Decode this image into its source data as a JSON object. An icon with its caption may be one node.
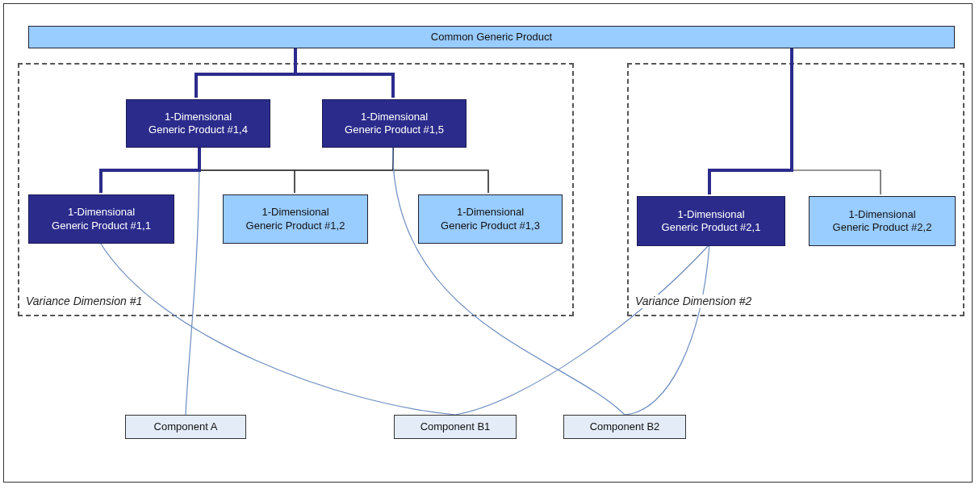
{
  "diagram": {
    "nodes": [
      {
        "text": [
          "Common Generic Product"
        ]
      },
      {
        "text": [
          "Variance Dimension #1"
        ]
      },
      {
        "text": [
          "1-Dimensional Generic Product #1,4"
        ],
        "in": 1
      },
      {
        "text": [
          "1-Dimensional Generic Product #1,5"
        ],
        "in": 1
      },
      {
        "text": [
          "1-Dimensional Generic Product #1,1"
        ],
        "in": 1
      },
      {
        "text": [
          "1-Dimensional Generic Product #1,2"
        ],
        "in": 1
      },
      {
        "text": [
          "1-Dimensional Generic Product #1,3"
        ],
        "in": 1
      },
      {
        "text": [
          "Variance Dimension #2"
        ]
      },
      {
        "text": [
          "1-Dimensional Generic Product #2,1"
        ],
        "in": 7
      },
      {
        "text": [
          "1-Dimensional Generic Product #2,2"
        ],
        "in": 7
      },
      {
        "text": [
          "Component A"
        ]
      },
      {
        "text": [
          "Component B1"
        ]
      },
      {
        "text": [
          "Component B2"
        ]
      }
    ],
    "edges": [
      {
        "from": 0,
        "to": 2,
        "arrow": "none",
        "style": "thick",
        "color": "#2b2b8c"
      },
      {
        "from": 0,
        "to": 3,
        "arrow": "none",
        "style": "thick",
        "color": "#2b2b8c"
      },
      {
        "from": 2,
        "to": 4,
        "arrow": "none",
        "style": "thick",
        "color": "#2b2b8c"
      },
      {
        "from": 2,
        "to": 5,
        "arrow": "none"
      },
      {
        "from": 2,
        "to": 6,
        "arrow": "none"
      },
      {
        "from": 3,
        "to": 4,
        "arrow": "none"
      },
      {
        "from": 3,
        "to": 5,
        "arrow": "none"
      },
      {
        "from": 3,
        "to": 6,
        "arrow": "none"
      },
      {
        "from": 0,
        "to": 8,
        "arrow": "none",
        "style": "thick",
        "color": "#2b2b8c"
      },
      {
        "from": 0,
        "to": 9,
        "arrow": "none"
      },
      {
        "from": 2,
        "to": 10,
        "arrow": "none",
        "color": "#6b8cc0"
      },
      {
        "from": 4,
        "to": 11,
        "arrow": "none",
        "color": "#6b8cc0"
      },
      {
        "from": 3,
        "to": 12,
        "arrow": "none",
        "color": "#6b8cc0"
      },
      {
        "from": 8,
        "to": 11,
        "arrow": "none",
        "color": "#6b8cc0"
      },
      {
        "from": 8,
        "to": 12,
        "arrow": "none",
        "color": "#6b8cc0"
      }
    ]
  }
}
